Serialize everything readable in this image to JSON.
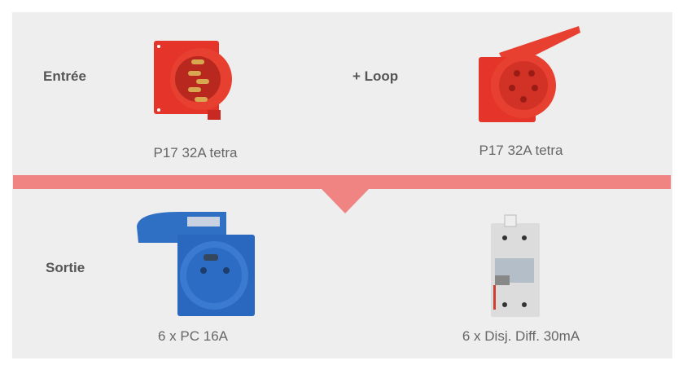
{
  "input_section": {
    "label": "Entrée",
    "loop_label": "+ Loop",
    "items": [
      {
        "caption": "P17 32A tetra",
        "icon": "red-plug-icon"
      },
      {
        "caption": "P17 32A tetra",
        "icon": "red-socket-icon"
      }
    ]
  },
  "output_section": {
    "label": "Sortie",
    "items": [
      {
        "caption": "6 x PC 16A",
        "icon": "blue-socket-icon"
      },
      {
        "caption": "6 x Disj. Diff. 30mA",
        "icon": "breaker-icon"
      }
    ]
  },
  "colors": {
    "accent": "#f08482",
    "panel": "#eeeeee"
  }
}
